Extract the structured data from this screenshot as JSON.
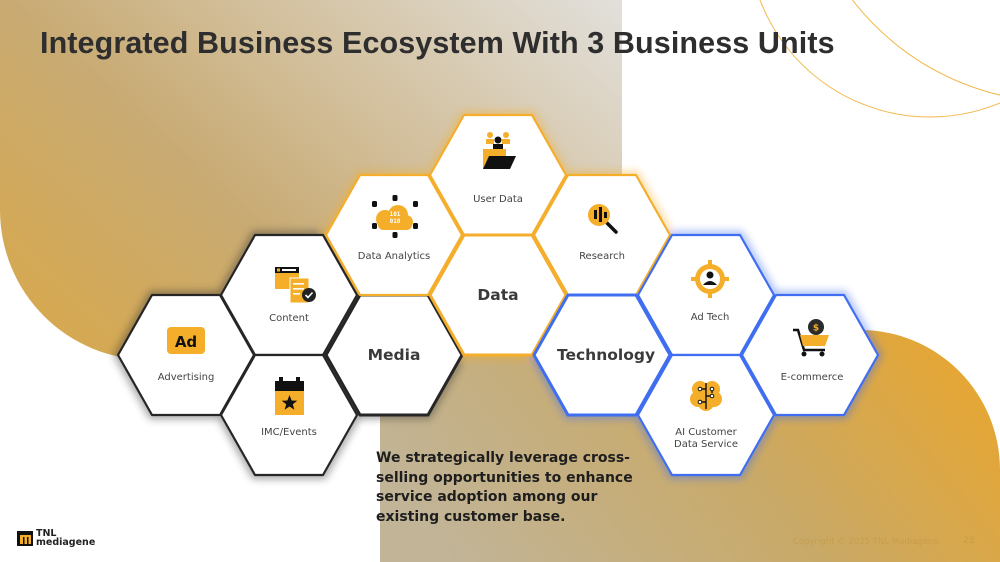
{
  "slide": {
    "title": "Integrated Business Ecosystem With 3 Business Units",
    "body_lines": [
      "We strategically leverage cross-",
      "selling opportunities to enhance",
      "service adoption among our",
      "existing customer base."
    ],
    "copyright": "Copyright © 2025 TNL Mediagene",
    "page_number": "25"
  },
  "logo": {
    "line1": "TNL",
    "line2": "mediagene"
  },
  "colors": {
    "media": "#262626",
    "data": "#f4ae2c",
    "technology": "#3f6ef0",
    "accent": "#f5ae2a"
  },
  "hexagons": {
    "media": {
      "label": "Media"
    },
    "data": {
      "label": "Data"
    },
    "technology": {
      "label": "Technology"
    },
    "advertising": {
      "label": "Advertising",
      "icon": "ad-badge-icon",
      "icon_text": "Ad"
    },
    "content": {
      "label": "Content",
      "icon": "content-document-check-icon"
    },
    "imc_events": {
      "label": "IMC/Events",
      "icon": "calendar-star-icon"
    },
    "data_analytics": {
      "label": "Data Analytics",
      "icon": "cloud-database-icon",
      "icon_text_1": "101",
      "icon_text_2": "010"
    },
    "user_data": {
      "label": "User Data",
      "icon": "users-folder-icon"
    },
    "research": {
      "label": "Research",
      "icon": "magnifier-chart-icon"
    },
    "ad_tech": {
      "label": "Ad Tech",
      "icon": "target-user-icon"
    },
    "ecommerce": {
      "label": "E-commerce",
      "icon": "shopping-cart-dollar-icon",
      "icon_text": "$"
    },
    "ai_customer": {
      "label_1": "AI Customer",
      "label_2": "Data Service",
      "icon": "ai-brain-circuit-icon"
    }
  }
}
